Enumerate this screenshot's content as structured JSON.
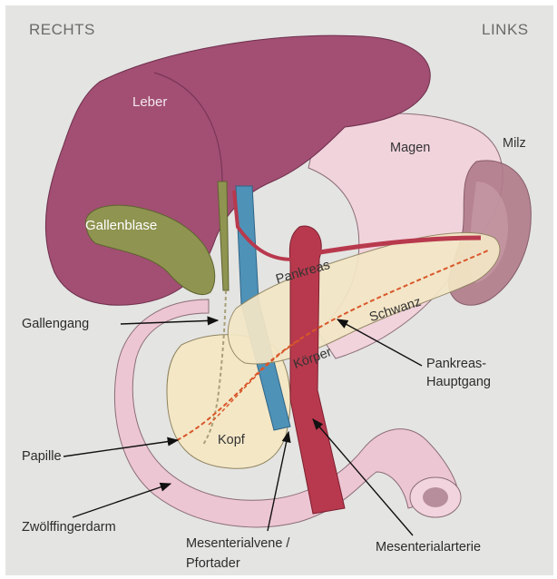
{
  "orientation": {
    "right": "RECHTS",
    "left": "LINKS"
  },
  "organs": {
    "leber": "Leber",
    "gallenblase": "Gallenblase",
    "magen": "Magen",
    "milz": "Milz",
    "pankreas": "Pankreas",
    "schwanz": "Schwanz",
    "koerper": "Körper",
    "kopf": "Kopf"
  },
  "callouts": {
    "gallengang": "Gallengang",
    "papille": "Papille",
    "zwoelffingerdarm": "Zwölffingerdarm",
    "mesenterialvene_line1": "Mesenterialvene /",
    "mesenterialvene_line2": "Pfortader",
    "mesenterialarterie": "Mesenterialarterie",
    "pankreas_hauptgang_line1": "Pankreas-",
    "pankreas_hauptgang_line2": "Hauptgang"
  },
  "colors": {
    "background": "#e4e4e2",
    "leber": "#a24f73",
    "gallenblase": "#8f9450",
    "magen": "#f1d3dc",
    "milz": "#b07b8a",
    "pankreas": "#f4e7c6",
    "vene": "#4f92b8",
    "arterie": "#b8394d",
    "duodenum": "#edc6d3",
    "gang": "#d8572a"
  }
}
